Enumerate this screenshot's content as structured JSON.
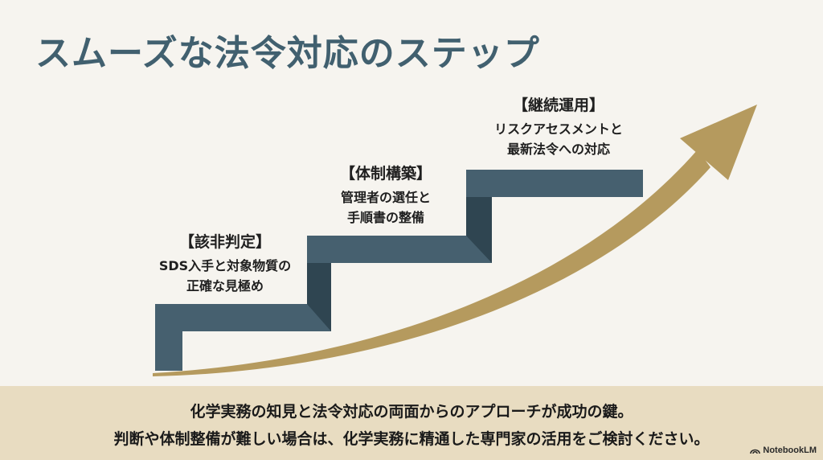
{
  "title": "スムーズな法令対応のステップ",
  "steps": [
    {
      "heading": "【該非判定】",
      "lines": [
        "SDS入手と対象物質の",
        "正確な見極め"
      ]
    },
    {
      "heading": "【体制構築】",
      "lines": [
        "管理者の選任と",
        "手順書の整備"
      ]
    },
    {
      "heading": "【継続運用】",
      "lines": [
        "リスクアセスメントと",
        "最新法令への対応"
      ]
    }
  ],
  "banner": {
    "line1": "化学実務の知見と法令対応の両面からのアプローチが成功の鍵。",
    "line2": "判断や体制整備が難しい場合は、化学実務に精通した専門家の活用をご検討ください。"
  },
  "brand": "NotebookLM",
  "colors": {
    "stair": "#46606f",
    "stair_shade": "#2f4551",
    "arrow": "#b59a5e",
    "title": "#41606f",
    "banner": "#e8dcc1",
    "background": "#f6f4ef"
  },
  "icons": {
    "brand": "notebooklm-logo-icon"
  }
}
